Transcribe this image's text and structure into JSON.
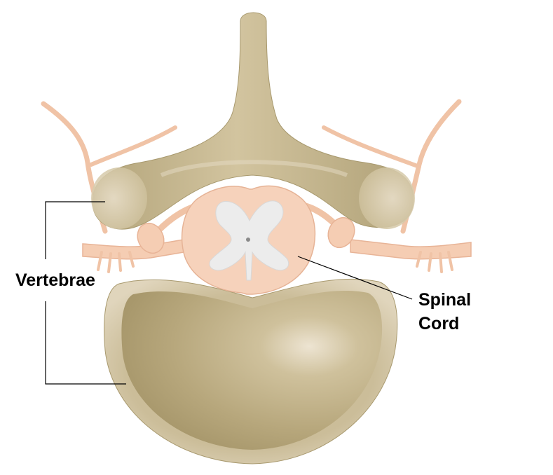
{
  "labels": {
    "vertebrae": "Vertebrae",
    "spinal_cord_line1": "Spinal",
    "spinal_cord_line2": "Cord"
  },
  "colors": {
    "bone": "#c8b98f",
    "bone_dark": "#a8996e",
    "bone_light": "#e6dcc6",
    "nerve": "#f5cdb3",
    "nerve_edge": "#e8b497",
    "grey_matter": "#ececec",
    "leader_line": "#000000"
  }
}
